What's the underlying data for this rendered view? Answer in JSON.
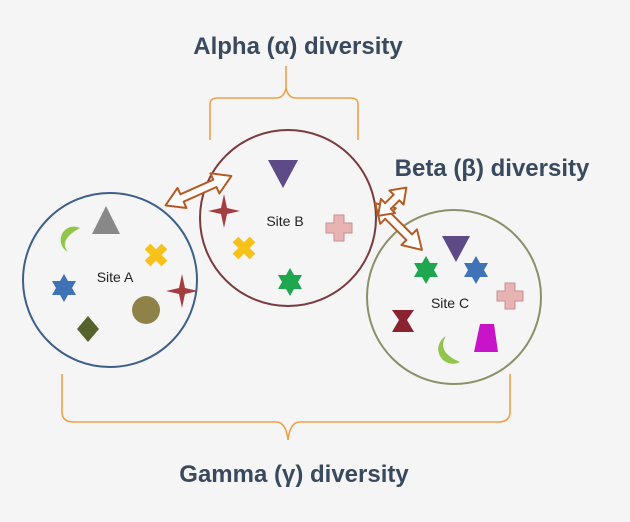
{
  "labels": {
    "alpha": "Alpha (α) diversity",
    "beta": "Beta (β) diversity",
    "gamma": "Gamma (γ) diversity"
  },
  "sites": {
    "a": {
      "label": "Site A",
      "color": "#3e5f88"
    },
    "b": {
      "label": "Site B",
      "color": "#7a3a3e"
    },
    "c": {
      "label": "Site C",
      "color": "#8a9068"
    }
  },
  "colors": {
    "bracket": "#f0a04a",
    "arrow_stroke": "#b45a22",
    "arrow_fill": "#ffffff",
    "species": {
      "light_green": "#92c64a",
      "gray": "#888888",
      "yellow": "#f6c21a",
      "blue": "#3f73b6",
      "maroon": "#a33d42",
      "olive_dark": "#55622d",
      "olive": "#8e8248",
      "purple": "#5e4a87",
      "pink": "#e8b3b3",
      "green": "#1fa74f",
      "dark_red": "#8a2230",
      "magenta": "#c813c8"
    }
  },
  "species": {
    "site_a": [
      "light-green-half-circle",
      "gray-triangle",
      "yellow-cross",
      "blue-star",
      "maroon-four-point-star",
      "olive-circle",
      "dark-olive-diamond"
    ],
    "site_b": [
      "purple-down-triangle",
      "maroon-four-point-star",
      "pink-plus",
      "yellow-cross",
      "green-star"
    ],
    "site_c": [
      "purple-down-triangle",
      "green-star",
      "blue-star",
      "pink-plus",
      "dark-red-hourglass",
      "light-green-half-circle",
      "magenta-trapezoid"
    ]
  }
}
